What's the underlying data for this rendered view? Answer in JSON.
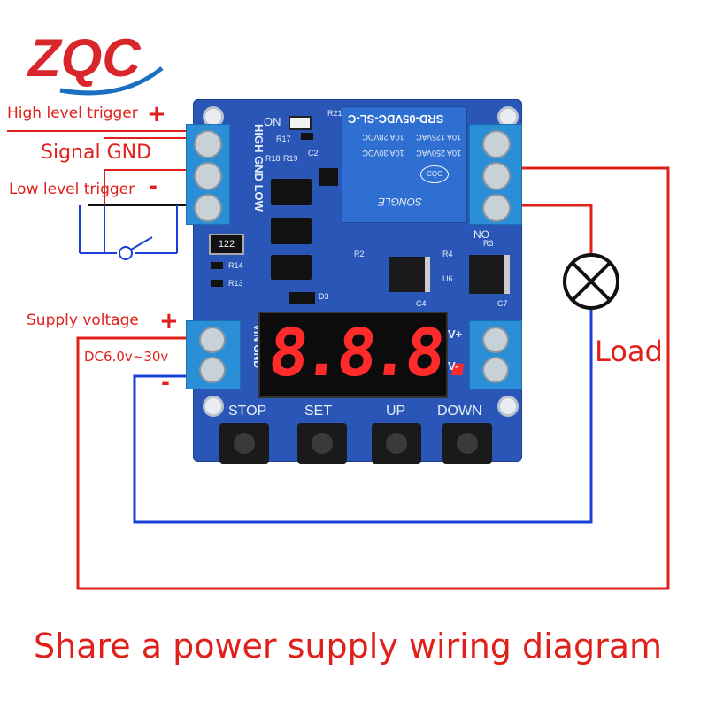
{
  "logo": {
    "text": "ZQC",
    "colors": {
      "main": "#d8262a",
      "accent": "#1b6fc0"
    }
  },
  "labels": {
    "high_trigger": "High level trigger",
    "high_sign": "+",
    "signal_gnd": "Signal GND",
    "low_trigger": "Low level trigger",
    "low_sign": "-",
    "supply": "Supply voltage",
    "supply_sign": "+",
    "dc_range": "DC6.0v~30v",
    "supply_minus": "-",
    "load": "Load",
    "caption": "Share a power supply wiring diagram"
  },
  "board": {
    "input_terminal": "HIGH GND LOW",
    "power_terminal": "VIN GND",
    "out_plus": "V+",
    "out_minus": "V-",
    "on_label": "ON",
    "no_label": "NO",
    "display": "8.8.8.8",
    "buttons": [
      "STOP",
      "SET",
      "UP",
      "DOWN"
    ],
    "relay": {
      "model": "SRD-05VDC-SL-C",
      "ratings": [
        "10A 250VAC",
        "10A 30VDC",
        "10A 125VAC",
        "10A 28VDC"
      ],
      "brand": "SONGLE",
      "logo": "CQC"
    },
    "components": [
      "R21",
      "R17",
      "R18",
      "R19",
      "C2",
      "R14",
      "R13",
      "D3",
      "R2",
      "R4",
      "R3",
      "U6",
      "C4",
      "C7",
      "122"
    ]
  },
  "colors": {
    "pcb": "#2a56b8",
    "wire_red": "#e0201b",
    "wire_blue": "#1a3fd4",
    "terminal": "#2a8fd6",
    "relay": "#2f6fd1",
    "display": "#ff2a2a"
  }
}
